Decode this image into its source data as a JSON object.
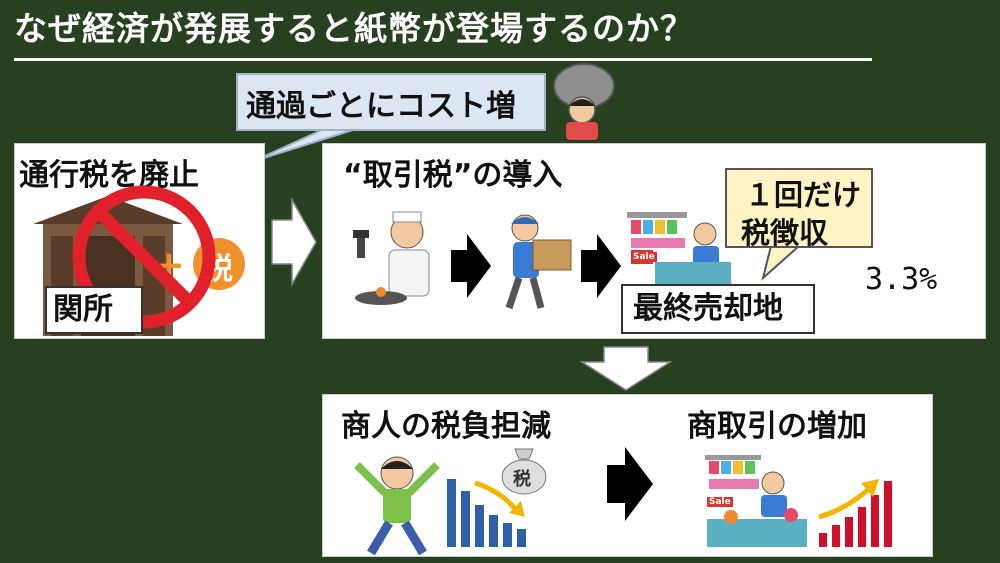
{
  "title": "なぜ経済が発展すると紙幣が登場するのか？",
  "bubble_text": "通過ごとにコスト増",
  "panel_left": {
    "heading": "通行税を廃止",
    "gate_label": "関所",
    "tax_badge": "税"
  },
  "panel_middle": {
    "heading": "“取引税”の導入",
    "note_line1": "１回だけ",
    "note_line2": "税徴収",
    "rate": "3.3%",
    "place_label": "最終売却地",
    "sale_tag": "Sale"
  },
  "panel_bottom": {
    "left_heading": "商人の税負担減",
    "right_heading": "商取引の増加",
    "tax_bag": "税",
    "sale_tag": "Sale"
  },
  "colors": {
    "background": "#27401f",
    "prohibit_red": "#e0202a",
    "tax_orange": "#f0912c",
    "bar_blue": "#2f5fa8",
    "bar_red": "#d0102a",
    "trend_yellow": "#f2b600"
  },
  "icons": [
    "prohibit-icon",
    "arrow-right-icon",
    "arrow-down-icon",
    "trend-down-arrow-icon",
    "trend-up-arrow-icon"
  ]
}
